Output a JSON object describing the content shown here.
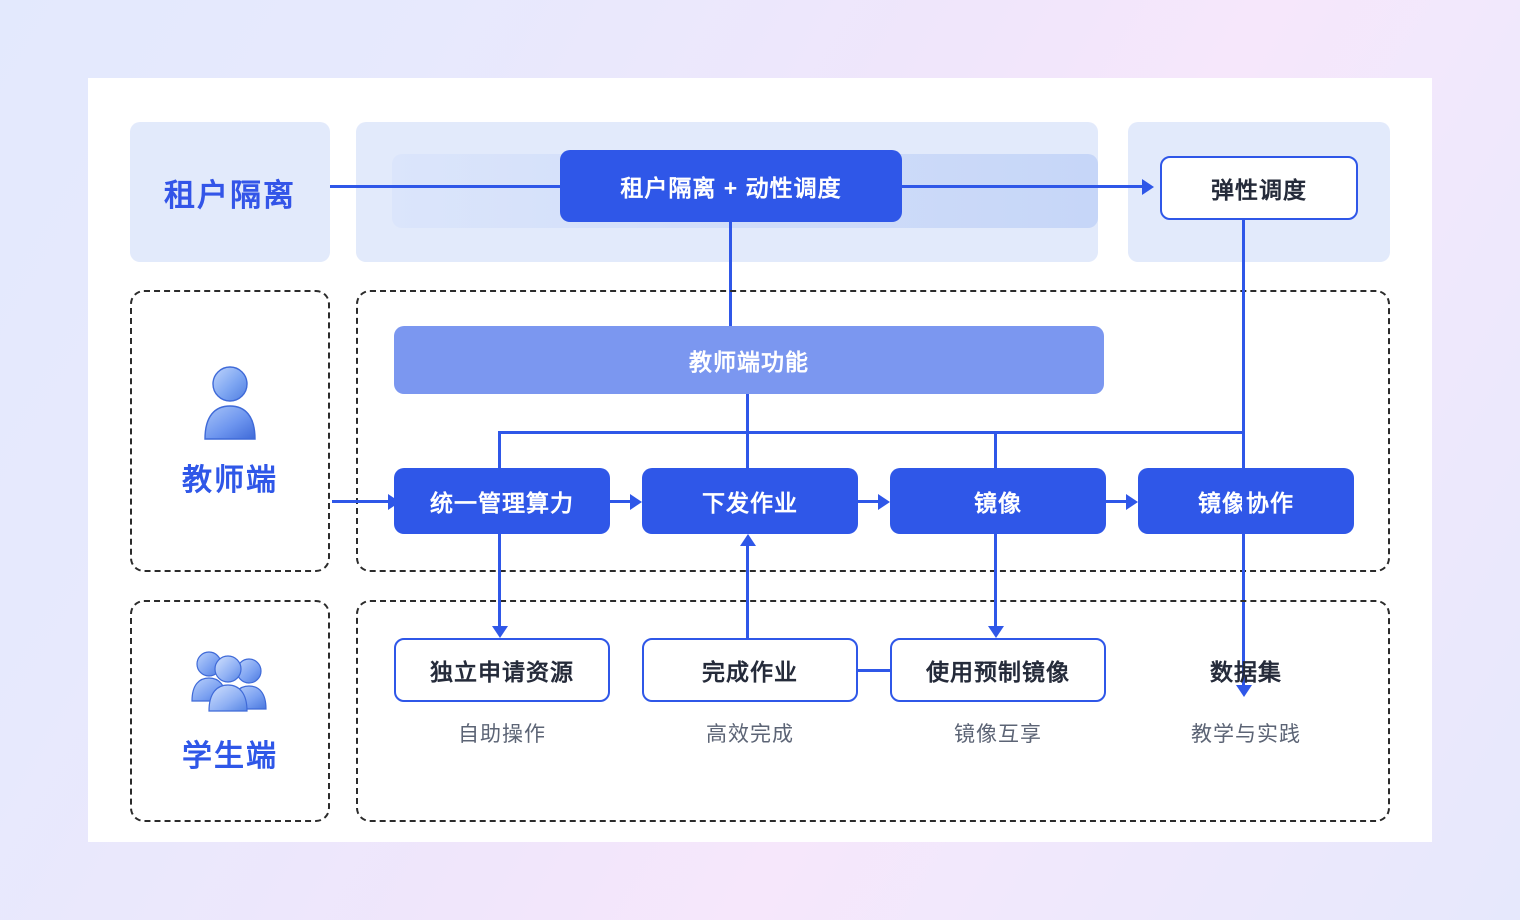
{
  "theme": {
    "accent": "#2f57e8",
    "accent_light": "#7b97f0",
    "band_bg": "#e2eafb",
    "card_bg": "#ffffff",
    "text_dark": "#252b3a",
    "caption_color": "#5c6475",
    "dashed_border": "#2b2b2b"
  },
  "top_row": {
    "left_label": "租户隔离",
    "center_pill": "租户隔离 + 动性调度",
    "right_box": "弹性调度"
  },
  "teacher_section": {
    "role_label": "教师端",
    "role_icon": "single-user-icon",
    "header_pill": "教师端功能",
    "boxes": [
      {
        "label": "统一管理算力"
      },
      {
        "label": "下发作业"
      },
      {
        "label": "镜像"
      },
      {
        "label": "镜像协作"
      }
    ]
  },
  "student_section": {
    "role_label": "学生端",
    "role_icon": "group-users-icon",
    "items": [
      {
        "label": "独立申请资源",
        "caption": "自助操作",
        "boxed": true
      },
      {
        "label": "完成作业",
        "caption": "高效完成",
        "boxed": true
      },
      {
        "label": "使用预制镜像",
        "caption": "镜像互享",
        "boxed": true
      },
      {
        "label": "数据集",
        "caption": "教学与实践",
        "boxed": false
      }
    ]
  }
}
